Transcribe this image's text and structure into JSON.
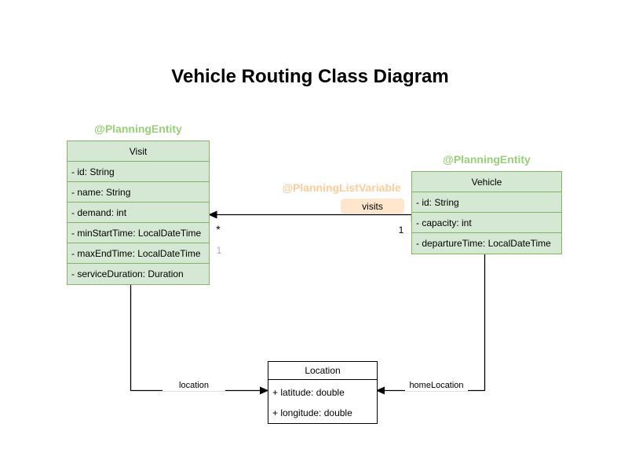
{
  "title": "Vehicle Routing Class Diagram",
  "colors": {
    "entity_fill": "#d5e8d4",
    "entity_stroke": "#82b366",
    "plain_fill": "#ffffff",
    "plain_stroke": "#000000",
    "annotation_green": "#97d077",
    "annotation_orange": "#ffcc99",
    "visits_label_bg": "#ffe6cc",
    "purple_multiplicity": "#b79fd1",
    "edge_color": "#000000"
  },
  "annotations": {
    "visit": "@PlanningEntity",
    "vehicle": "@PlanningEntity",
    "visits": "@PlanningListVariable"
  },
  "classes": {
    "visit": {
      "name": "Visit",
      "attributes": [
        "- id: String",
        "- name: String",
        "- demand: int",
        "- minStartTime: LocalDateTime",
        "- maxEndTime: LocalDateTime",
        "- serviceDuration: Duration"
      ]
    },
    "vehicle": {
      "name": "Vehicle",
      "attributes": [
        "- id: String",
        "- capacity: int",
        "- departureTime: LocalDateTime"
      ]
    },
    "location": {
      "name": "Location",
      "attributes": [
        "+ latitude: double",
        "+ longitude: double"
      ]
    }
  },
  "edges": {
    "visits": {
      "label": "visits",
      "target_multiplicity": "*",
      "source_multiplicity": "1",
      "secondary_multiplicity": "1"
    },
    "location": {
      "label": "location"
    },
    "home_location": {
      "label": "homeLocation"
    }
  }
}
